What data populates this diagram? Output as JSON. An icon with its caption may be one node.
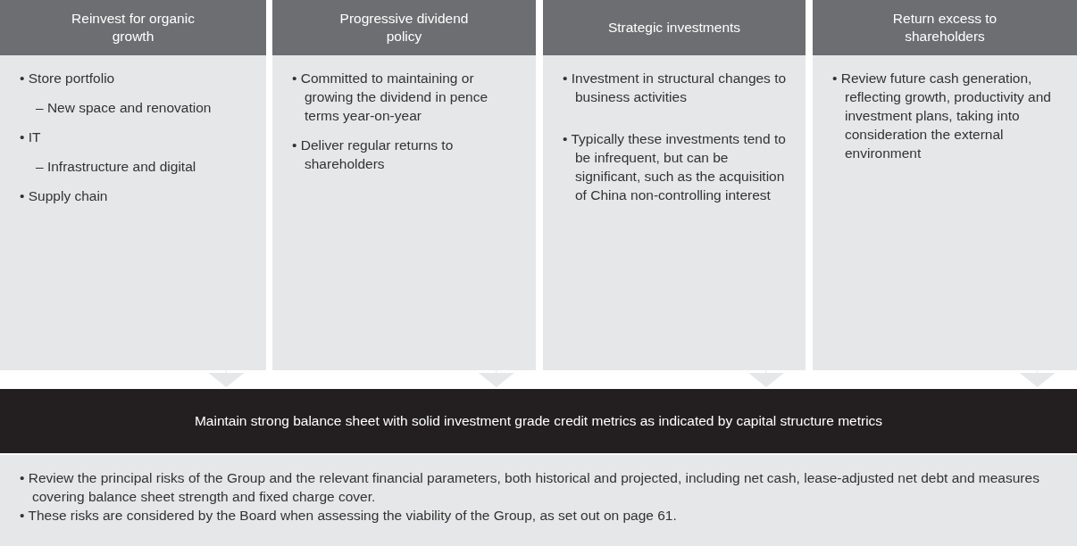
{
  "diagram": {
    "nodes": [
      {
        "text": [
          "Reinvest for organic growth"
        ]
      },
      {
        "text": [
          "• Store portfolio",
          "– New space and renovation",
          "• IT",
          "– Infrastructure and digital",
          "• Supply chain"
        ]
      },
      {
        "text": [
          "Progressive dividend policy"
        ]
      },
      {
        "text": [
          "• Committed to maintaining or growing the dividend in pence terms year-on-year",
          "• Deliver regular returns to shareholders"
        ]
      },
      {
        "text": [
          "Strategic investments"
        ]
      },
      {
        "text": [
          "• Investment in structural changes to business activities",
          "• Typically these investments tend to be infrequent, but can be significant, such as the acquisition of China non-controlling interest"
        ]
      },
      {
        "text": [
          "Return excess to shareholders"
        ]
      },
      {
        "text": [
          "• Review future cash generation, reflecting growth, productivity and investment plans, taking into consideration the external environment"
        ]
      },
      {
        "text": [
          "Maintain strong balance sheet with solid investment grade credit metrics as indicated by capital structure metrics"
        ]
      },
      {
        "text": [
          "• Review the principal risks of the Group and the relevant financial parameters, both historical and projected, including net cash, lease-adjusted net debt and measures covering balance sheet strength and fixed charge cover.",
          "• These risks are considered by the Board when assessing the viability of the Group, as set out on page 61."
        ]
      }
    ],
    "edges": [
      {
        "from": 1,
        "to": 8,
        "arrow": "to"
      },
      {
        "from": 3,
        "to": 8,
        "arrow": "to"
      },
      {
        "from": 5,
        "to": 8,
        "arrow": "to"
      },
      {
        "from": 7,
        "to": 8,
        "arrow": "to"
      }
    ]
  }
}
